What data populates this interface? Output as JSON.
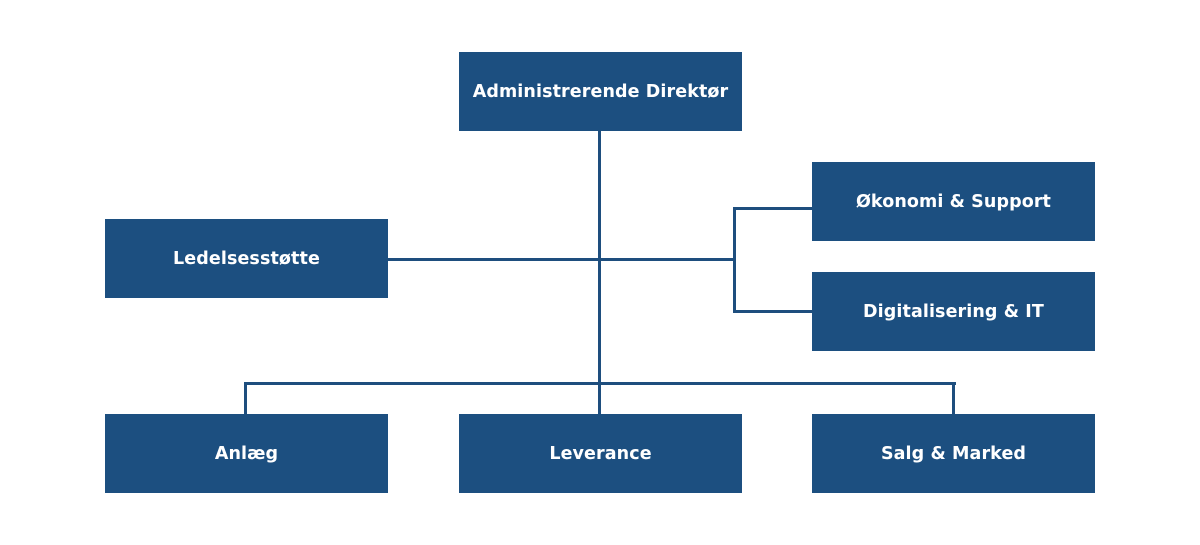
{
  "org_chart": {
    "accent_color": "#1c4f80",
    "line_color": "#1e4e7e",
    "nodes": {
      "ceo": "Administrerende Direktør",
      "management_support": "Ledelsesstøtte",
      "finance_support": "Økonomi & Support",
      "digital_it": "Digitalisering & IT",
      "construction": "Anlæg",
      "delivery": "Leverance",
      "sales_marketing": "Salg & Marked"
    }
  }
}
